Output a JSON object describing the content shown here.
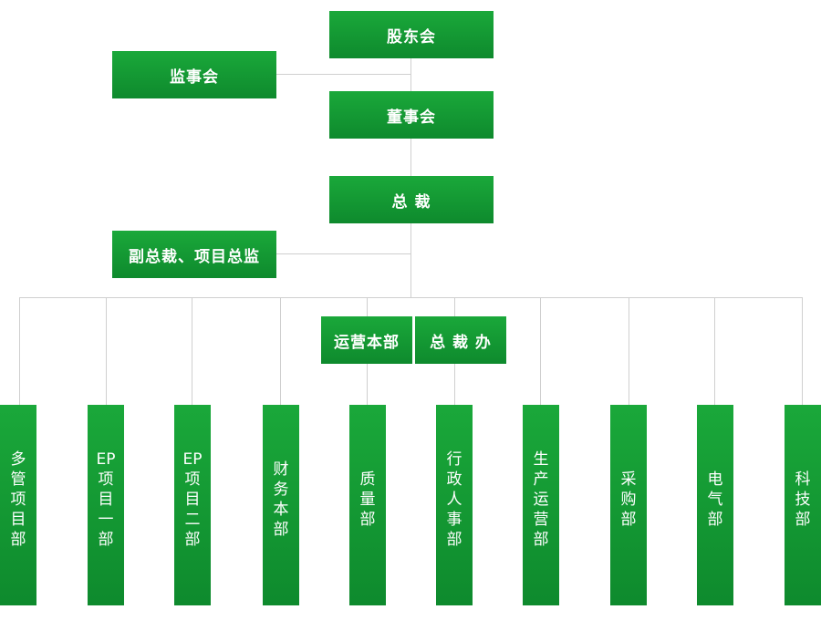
{
  "top": {
    "shareholders": "股东会",
    "supervisors": "监事会",
    "board": "董事会",
    "president": "总 裁",
    "vp": "副总裁、项目总监"
  },
  "middle": {
    "operations": "运营本部",
    "president_office": "总 裁 办"
  },
  "departments": [
    "多\n管\n项\n目\n部",
    "EP\n项\n目\n一\n部",
    "EP\n项\n目\n二\n部",
    "财\n务\n本\n部",
    "质\n量\n部",
    "行\n政\n人\n事\n部",
    "生\n产\n运\n营\n部",
    "采\n购\n部",
    "电\n气\n部",
    "科\n技\n部"
  ]
}
